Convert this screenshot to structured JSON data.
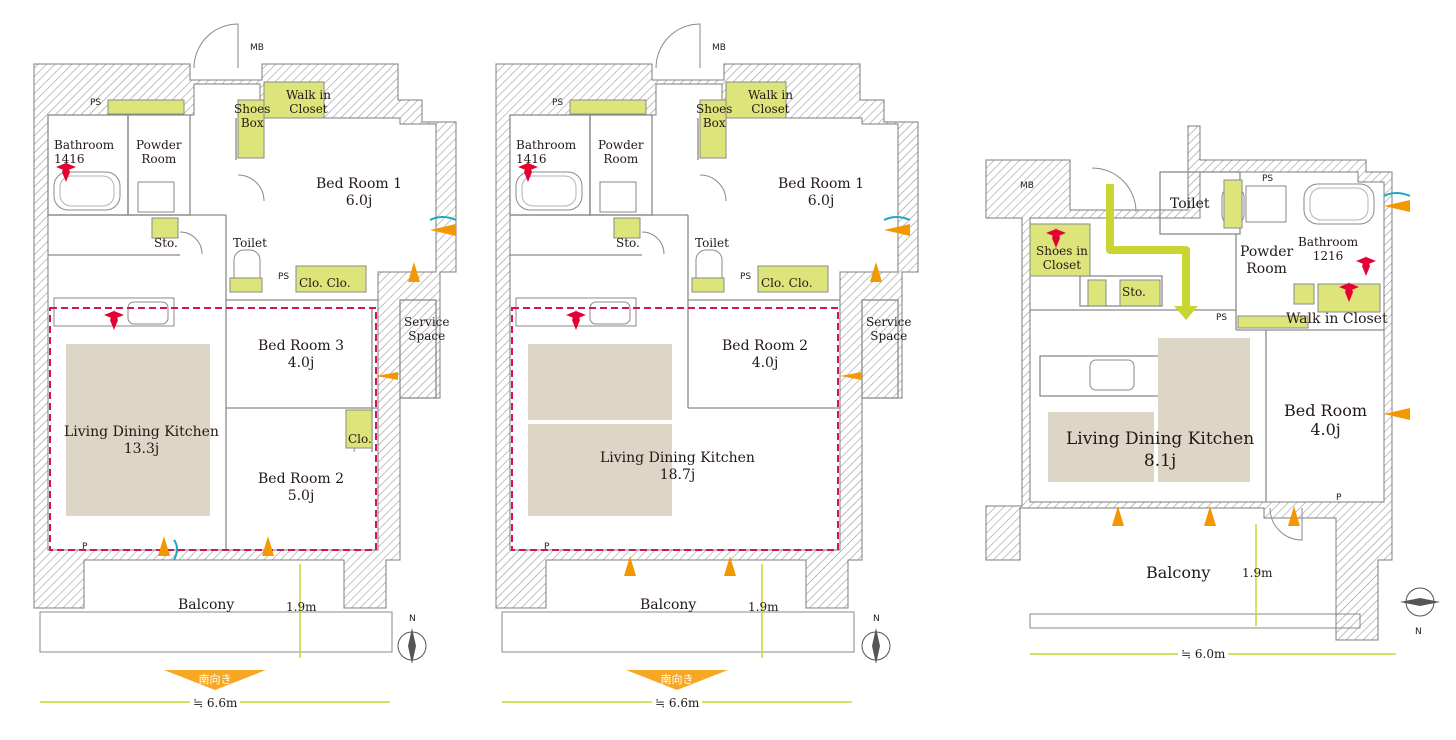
{
  "colors": {
    "wall_hatch": "#9a9a9a",
    "line": "#7d7d7d",
    "storage_fill": "#dde57a",
    "tatami_fill": "#ddd5c5",
    "dashed_outline": "#d4145a",
    "dimension_line": "#c9d631",
    "arrow_green": "#c9d631",
    "badge_orange": "#f7a823",
    "wind_blue": "#1aa9bf",
    "sun_orange": "#f39800",
    "marker_red": "#e60033"
  },
  "plans": [
    {
      "id": "plan-a",
      "rooms": [
        {
          "key": "mb",
          "text": "MB"
        },
        {
          "key": "ps1",
          "text": "PS"
        },
        {
          "key": "ps2",
          "text": "PS"
        },
        {
          "key": "bathroom",
          "text": "Bathroom\n1416"
        },
        {
          "key": "powder",
          "text": "Powder\nRoom"
        },
        {
          "key": "shoes",
          "text": "Shoes\nBox"
        },
        {
          "key": "walkin",
          "text": "Walk in\nCloset"
        },
        {
          "key": "bed1",
          "text": "Bed Room 1\n6.0j"
        },
        {
          "key": "sto",
          "text": "Sto."
        },
        {
          "key": "toilet",
          "text": "Toilet"
        },
        {
          "key": "cloclo",
          "text": "Clo. Clo."
        },
        {
          "key": "service",
          "text": "Service\nSpace"
        },
        {
          "key": "bed3",
          "text": "Bed Room 3\n4.0j"
        },
        {
          "key": "clo",
          "text": "Clo."
        },
        {
          "key": "ldk",
          "text": "Living Dining Kitchen\n13.3j"
        },
        {
          "key": "bed2",
          "text": "Bed Room 2\n5.0j"
        },
        {
          "key": "p",
          "text": "P"
        },
        {
          "key": "balcony",
          "text": "Balcony"
        },
        {
          "key": "depth",
          "text": "1.9m"
        },
        {
          "key": "north",
          "text": "N"
        }
      ],
      "orientation_badge": "南向き",
      "width_label": "≒ 6.6m"
    },
    {
      "id": "plan-b",
      "rooms": [
        {
          "key": "mb",
          "text": "MB"
        },
        {
          "key": "ps1",
          "text": "PS"
        },
        {
          "key": "ps2",
          "text": "PS"
        },
        {
          "key": "bathroom",
          "text": "Bathroom\n1416"
        },
        {
          "key": "powder",
          "text": "Powder\nRoom"
        },
        {
          "key": "shoes",
          "text": "Shoes\nBox"
        },
        {
          "key": "walkin",
          "text": "Walk in\nCloset"
        },
        {
          "key": "bed1",
          "text": "Bed Room 1\n6.0j"
        },
        {
          "key": "sto",
          "text": "Sto."
        },
        {
          "key": "toilet",
          "text": "Toilet"
        },
        {
          "key": "cloclo",
          "text": "Clo. Clo."
        },
        {
          "key": "service",
          "text": "Service\nSpace"
        },
        {
          "key": "bed2",
          "text": "Bed Room 2\n4.0j"
        },
        {
          "key": "ldk",
          "text": "Living Dining Kitchen\n18.7j"
        },
        {
          "key": "p",
          "text": "P"
        },
        {
          "key": "balcony",
          "text": "Balcony"
        },
        {
          "key": "depth",
          "text": "1.9m"
        },
        {
          "key": "north",
          "text": "N"
        }
      ],
      "orientation_badge": "南向き",
      "width_label": "≒ 6.6m"
    },
    {
      "id": "plan-c",
      "rooms": [
        {
          "key": "mb",
          "text": "MB"
        },
        {
          "key": "ps1",
          "text": "PS"
        },
        {
          "key": "ps2",
          "text": "PS"
        },
        {
          "key": "toilet",
          "text": "Toilet"
        },
        {
          "key": "shoes",
          "text": "Shoes in\nCloset"
        },
        {
          "key": "sto",
          "text": "Sto."
        },
        {
          "key": "powder",
          "text": "Powder\nRoom"
        },
        {
          "key": "bathroom",
          "text": "Bathroom\n1216"
        },
        {
          "key": "walkin",
          "text": "Walk in Closet"
        },
        {
          "key": "ldk",
          "text": "Living Dining Kitchen\n8.1j"
        },
        {
          "key": "bed",
          "text": "Bed Room\n4.0j"
        },
        {
          "key": "p",
          "text": "P"
        },
        {
          "key": "balcony",
          "text": "Balcony"
        },
        {
          "key": "depth",
          "text": "1.9m"
        },
        {
          "key": "north",
          "text": "N"
        }
      ],
      "width_label": "≒ 6.0m"
    }
  ]
}
